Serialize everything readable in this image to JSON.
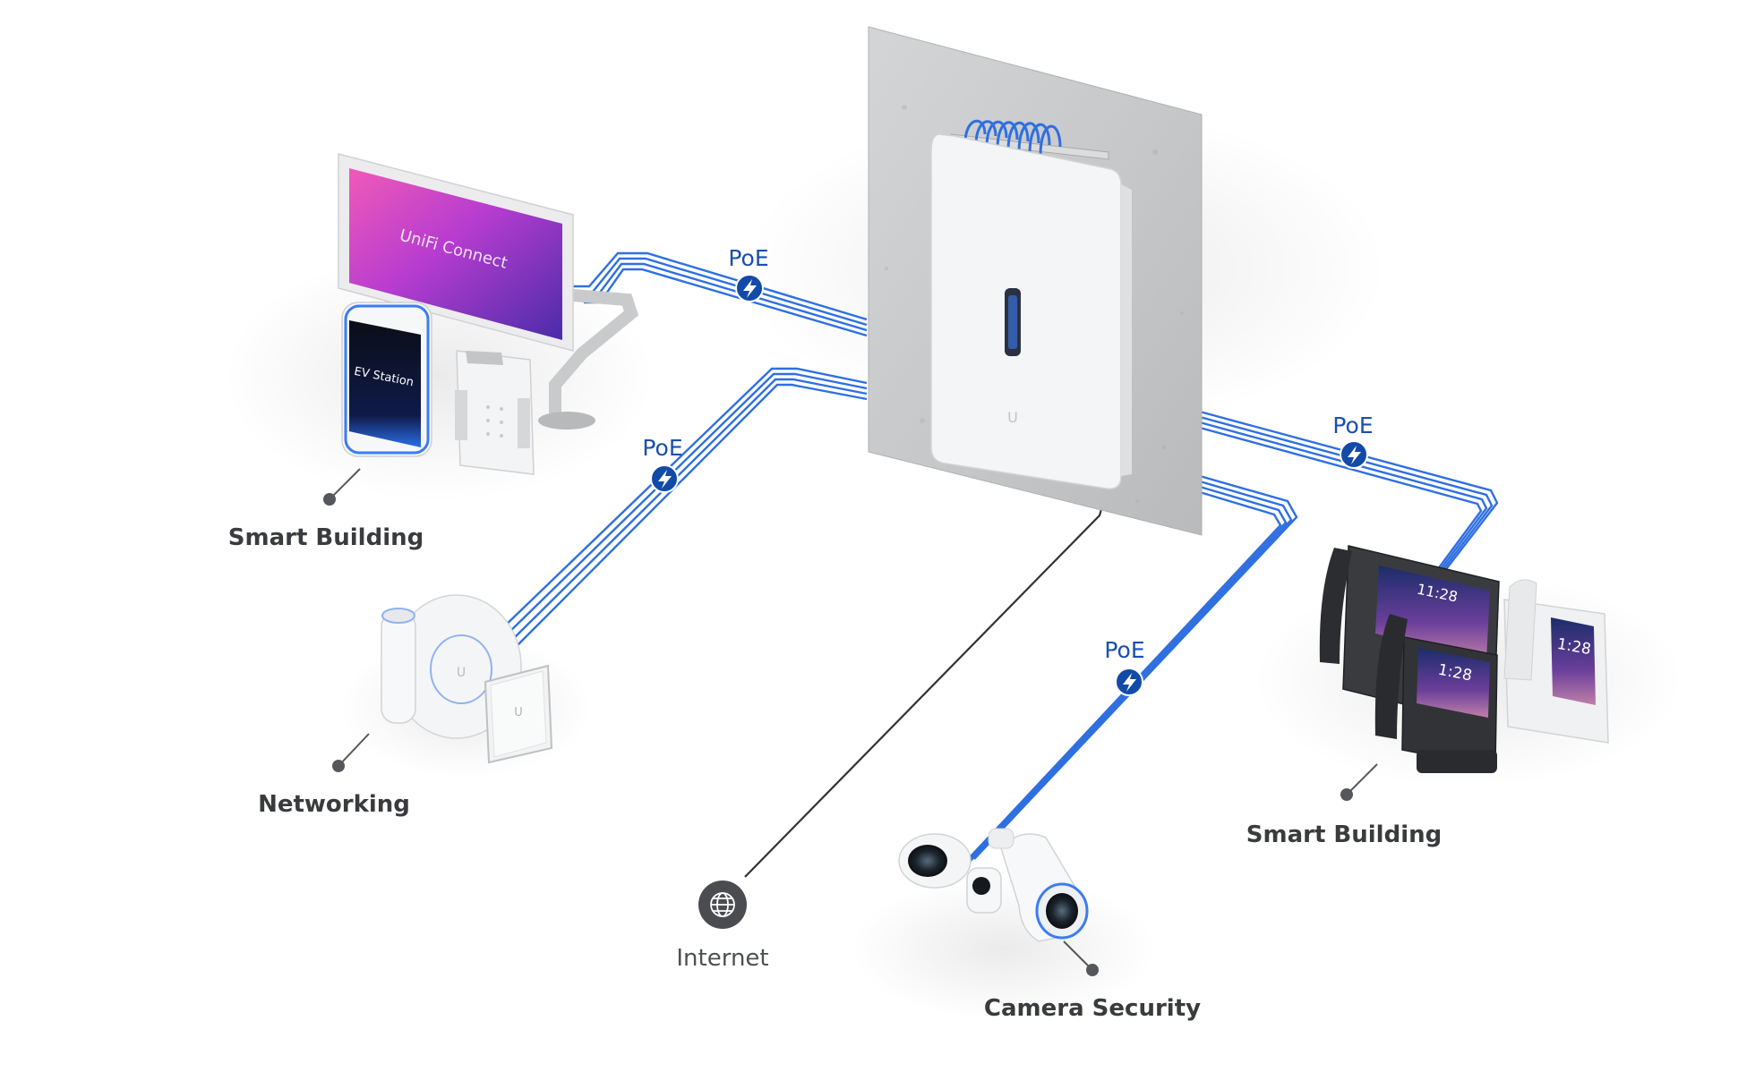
{
  "labels": {
    "smart_building_left": "Smart Building",
    "networking": "Networking",
    "internet": "Internet",
    "camera_security": "Camera Security",
    "smart_building_right": "Smart Building"
  },
  "connections": {
    "poe_label": "PoE"
  },
  "devices": {
    "display_brand": "UniFi Connect",
    "ev_station": "EV Station",
    "phone_time_a": "11:28",
    "phone_time_b": "1:28",
    "phone_time_c": "1:28"
  },
  "icons": {
    "poe": "lightning-bolt-icon",
    "internet": "globe-icon",
    "leader": "connector-dot-icon"
  },
  "colors": {
    "cable": "#2f6fe0",
    "poe_badge": "#124aa8",
    "label_text": "#3a3b3e",
    "globe_badge": "#4a4c50"
  }
}
